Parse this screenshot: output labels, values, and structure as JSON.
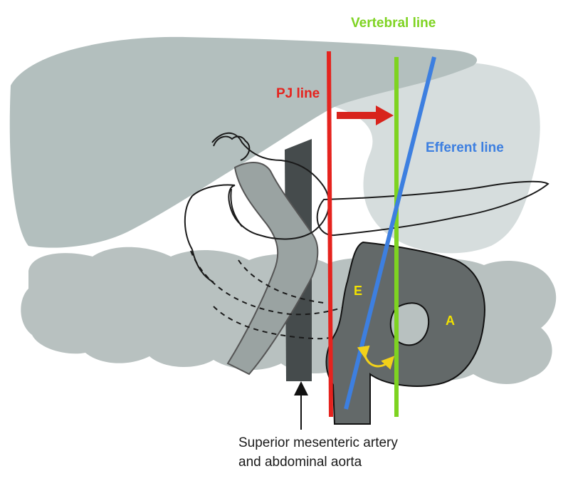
{
  "labels": {
    "vertebral_line": "Vertebral line",
    "pj_line": "PJ line",
    "efferent_line": "Efferent line",
    "e_marker": "E",
    "a_marker": "A",
    "sma_caption_line1": "Superior mesenteric artery",
    "sma_caption_line2": "and abdominal aorta"
  },
  "colors": {
    "liver": "#b3bfbe",
    "stomach": "#d6dddd",
    "colon": "#b8c1c0",
    "loop_dark": "#636969",
    "aorta": "#454b4c",
    "vein": "#9aa3a2",
    "pj_line": "#e5231e",
    "vertebral_line": "#7ed321",
    "efferent_line": "#3d7fe0",
    "marker_text": "#f2e200",
    "arrow_red": "#d8231c",
    "curve_arrow": "#f2d11a",
    "caption_text": "#1a1a1a"
  }
}
